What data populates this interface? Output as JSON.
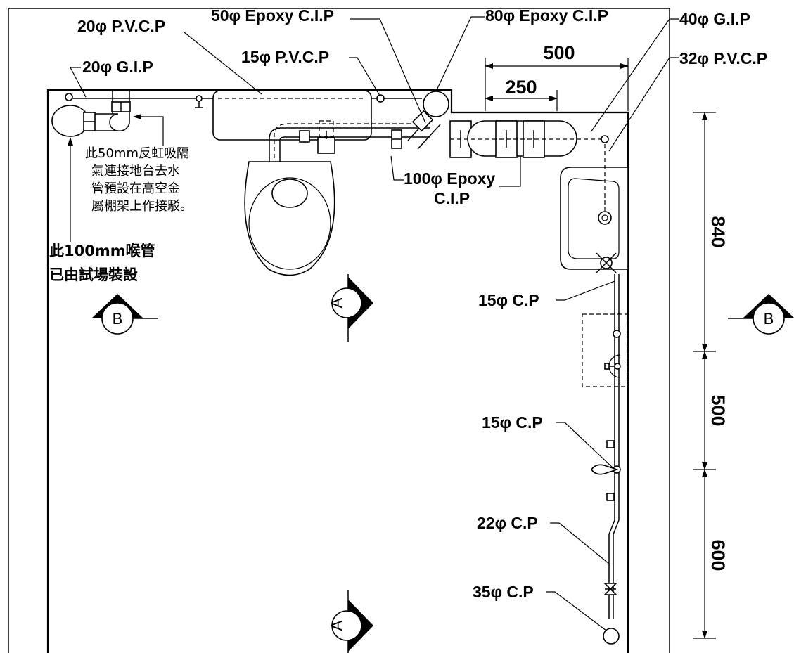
{
  "labels": {
    "pvc20": "20φ P.V.C.P",
    "epoxy50": "50φ Epoxy C.I.P",
    "epoxy80": "80φ Epoxy C.I.P",
    "gip40": "40φ G.I.P",
    "gip20": "20φ G.I.P",
    "pvc15": "15φ P.V.C.P",
    "pvc32": "32φ P.V.C.P",
    "epoxy100_line1": "100φ Epoxy",
    "epoxy100_line2": "C.I.P",
    "cp15_upper": "15φ C.P",
    "cp15_lower": "15φ C.P",
    "cp22": "22φ C.P",
    "cp35": "35φ C.P"
  },
  "notes": {
    "vent_line1": "此50mm反虹吸隔",
    "vent_line2": "氣連接地台去水",
    "vent_line3": "管預設在高空金",
    "vent_line4": "屬棚架上作接駁。",
    "throat_line1": "此100mm喉管",
    "throat_line2": "已由試場裝設"
  },
  "dimensions": {
    "top_500": "500",
    "top_250": "250",
    "right_840": "840",
    "right_500": "500",
    "right_600": "600"
  },
  "sections": {
    "b_left": "B",
    "a_top": "A",
    "b_right": "B",
    "a_bottom": "A"
  }
}
